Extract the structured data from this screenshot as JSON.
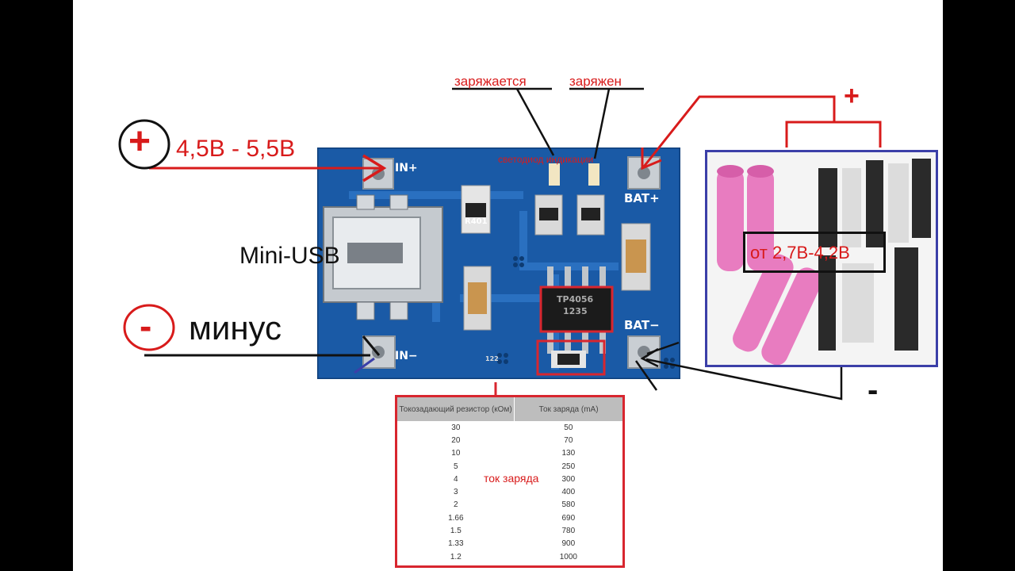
{
  "labels": {
    "plus_symbol": "+",
    "input_voltage": "4,5В - 5,5В",
    "minus_symbol": "-",
    "minus_text": "минус",
    "mini_usb": "Mini-USB",
    "charging": "заряжается",
    "charged": "заряжен",
    "led_indication": "светодиод индикации",
    "battery_voltage": "от 2,7В-4,2В",
    "bat_plus": "+",
    "bat_minus": "-",
    "charge_current": "ток заряда"
  },
  "pcb": {
    "in_plus": "IN+",
    "in_minus": "IN−",
    "bat_plus": "BAT+",
    "bat_minus": "BAT−",
    "r4": "R401",
    "chip_line1": "TP4056",
    "chip_line2": "1235",
    "r_prog": "122"
  },
  "table": {
    "headers": [
      "Токозадающий резистор (кОм)",
      "Ток заряда (mA)"
    ],
    "rows": [
      [
        "30",
        "50"
      ],
      [
        "20",
        "70"
      ],
      [
        "10",
        "130"
      ],
      [
        "5",
        "250"
      ],
      [
        "4",
        "300"
      ],
      [
        "3",
        "400"
      ],
      [
        "2",
        "580"
      ],
      [
        "1.66",
        "690"
      ],
      [
        "1.5",
        "780"
      ],
      [
        "1.33",
        "900"
      ],
      [
        "1.2",
        "1000"
      ]
    ]
  },
  "colors": {
    "red": "#d81b1b",
    "pcb": "#1a5aa6",
    "battery_frame": "#3b3fa8"
  }
}
